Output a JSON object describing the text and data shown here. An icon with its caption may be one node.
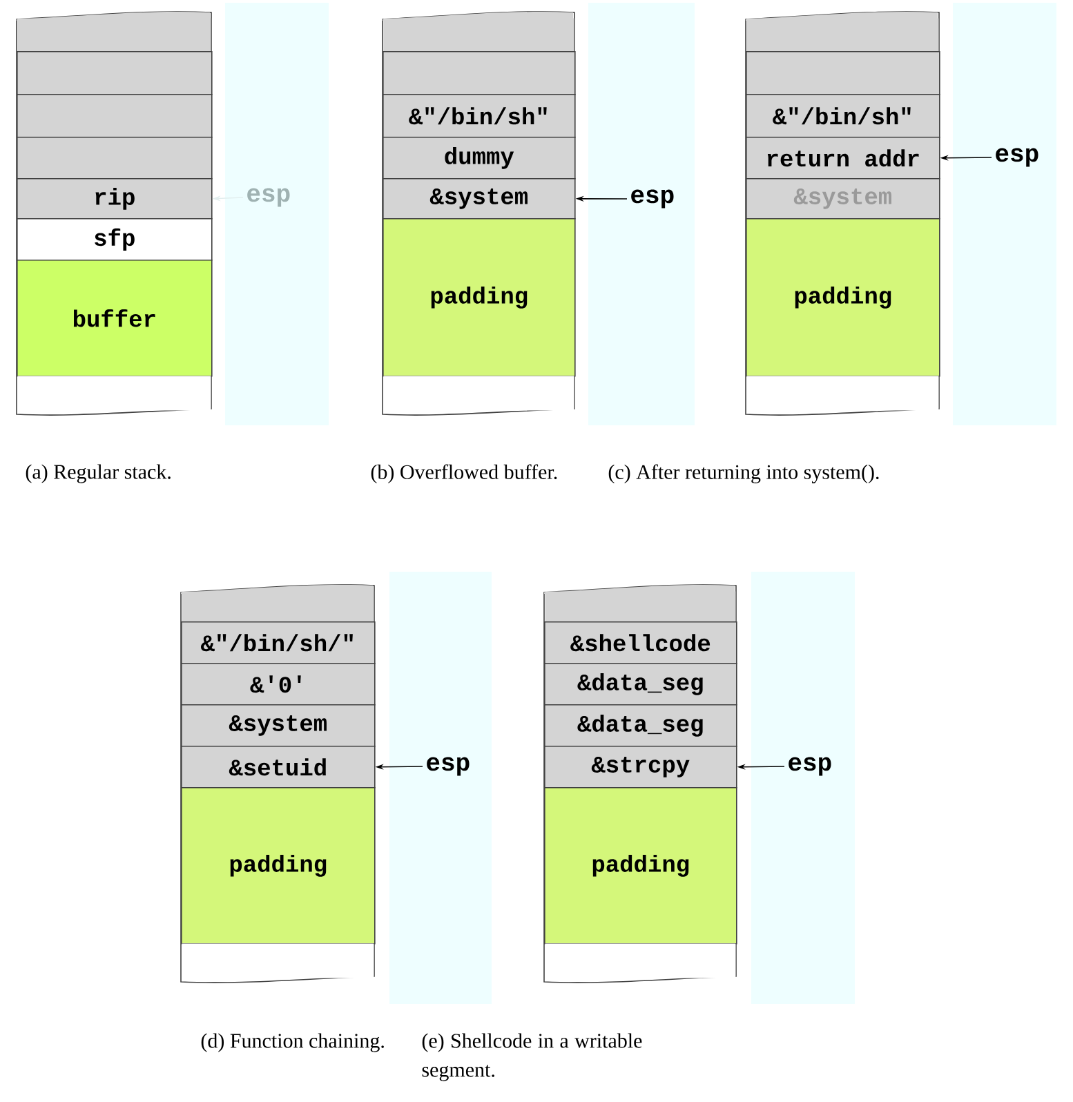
{
  "diagram": {
    "nodes": [
      {
        "text": [],
        "shape": "box"
      },
      {
        "text": [],
        "shape": "box",
        "in": 0
      },
      {
        "text": [],
        "shape": "box",
        "in": 0
      },
      {
        "text": [],
        "shape": "box",
        "in": 0
      },
      {
        "text": [],
        "shape": "box",
        "in": 0
      },
      {
        "text": [
          "rip"
        ],
        "in": 0
      },
      {
        "text": [
          "sfp"
        ],
        "in": 0
      },
      {
        "text": [
          "buffer"
        ],
        "in": 0
      },
      {
        "text": [],
        "shape": "box",
        "in": 0
      },
      {
        "text": [
          "esp"
        ]
      },
      {
        "text": [],
        "shape": "box"
      },
      {
        "text": [],
        "shape": "box",
        "in": 10
      },
      {
        "text": [],
        "shape": "box",
        "in": 10
      },
      {
        "text": [
          "&\"/bin/sh\""
        ],
        "in": 10
      },
      {
        "text": [
          "dummy"
        ],
        "in": 10
      },
      {
        "text": [
          "&system"
        ],
        "in": 10
      },
      {
        "text": [
          "padding"
        ],
        "in": 10
      },
      {
        "text": [],
        "shape": "box",
        "in": 10
      },
      {
        "text": [
          "esp"
        ]
      },
      {
        "text": [],
        "shape": "box"
      },
      {
        "text": [],
        "shape": "box",
        "in": 19
      },
      {
        "text": [],
        "shape": "box",
        "in": 19
      },
      {
        "text": [
          "&\"/bin/sh\""
        ],
        "in": 19
      },
      {
        "text": [
          "return addr"
        ],
        "in": 19
      },
      {
        "text": [
          "&system"
        ],
        "in": 19
      },
      {
        "text": [
          "padding"
        ],
        "in": 19
      },
      {
        "text": [],
        "shape": "box",
        "in": 19
      },
      {
        "text": [
          "esp"
        ]
      },
      {
        "text": [],
        "shape": "box"
      },
      {
        "text": [],
        "shape": "box",
        "in": 28
      },
      {
        "text": [
          "&\"/bin/sh/\""
        ],
        "in": 28
      },
      {
        "text": [
          "&'0'"
        ],
        "in": 28
      },
      {
        "text": [
          "&system"
        ],
        "in": 28
      },
      {
        "text": [
          "&setuid"
        ],
        "in": 28
      },
      {
        "text": [
          "padding"
        ],
        "in": 28
      },
      {
        "text": [],
        "shape": "box",
        "in": 28
      },
      {
        "text": [
          "esp"
        ]
      },
      {
        "text": [],
        "shape": "box"
      },
      {
        "text": [],
        "shape": "box",
        "in": 37
      },
      {
        "text": [
          "&shellcode"
        ],
        "in": 37
      },
      {
        "text": [
          "&data_seg"
        ],
        "in": 37
      },
      {
        "text": [
          "&data_seg"
        ],
        "in": 37
      },
      {
        "text": [
          "&strcpy"
        ],
        "in": 37
      },
      {
        "text": [
          "padding"
        ],
        "in": 37
      },
      {
        "text": [],
        "shape": "box",
        "in": 37
      },
      {
        "text": [
          "esp"
        ]
      }
    ],
    "edges": [
      {
        "from": 9,
        "to": 5,
        "arrow": "to",
        "color": "#e2eeee"
      },
      {
        "from": 18,
        "to": 15,
        "arrow": "to"
      },
      {
        "from": 27,
        "to": 23,
        "arrow": "to"
      },
      {
        "from": 36,
        "to": 33,
        "arrow": "to"
      },
      {
        "from": 45,
        "to": 42,
        "arrow": "to"
      }
    ],
    "labels": [
      "(a) Regular stack.",
      "(b) Overflowed buffer.",
      "(c) After returning into system().",
      "(d) Function chaining.",
      "(e) Shellcode in a writable segment."
    ]
  }
}
